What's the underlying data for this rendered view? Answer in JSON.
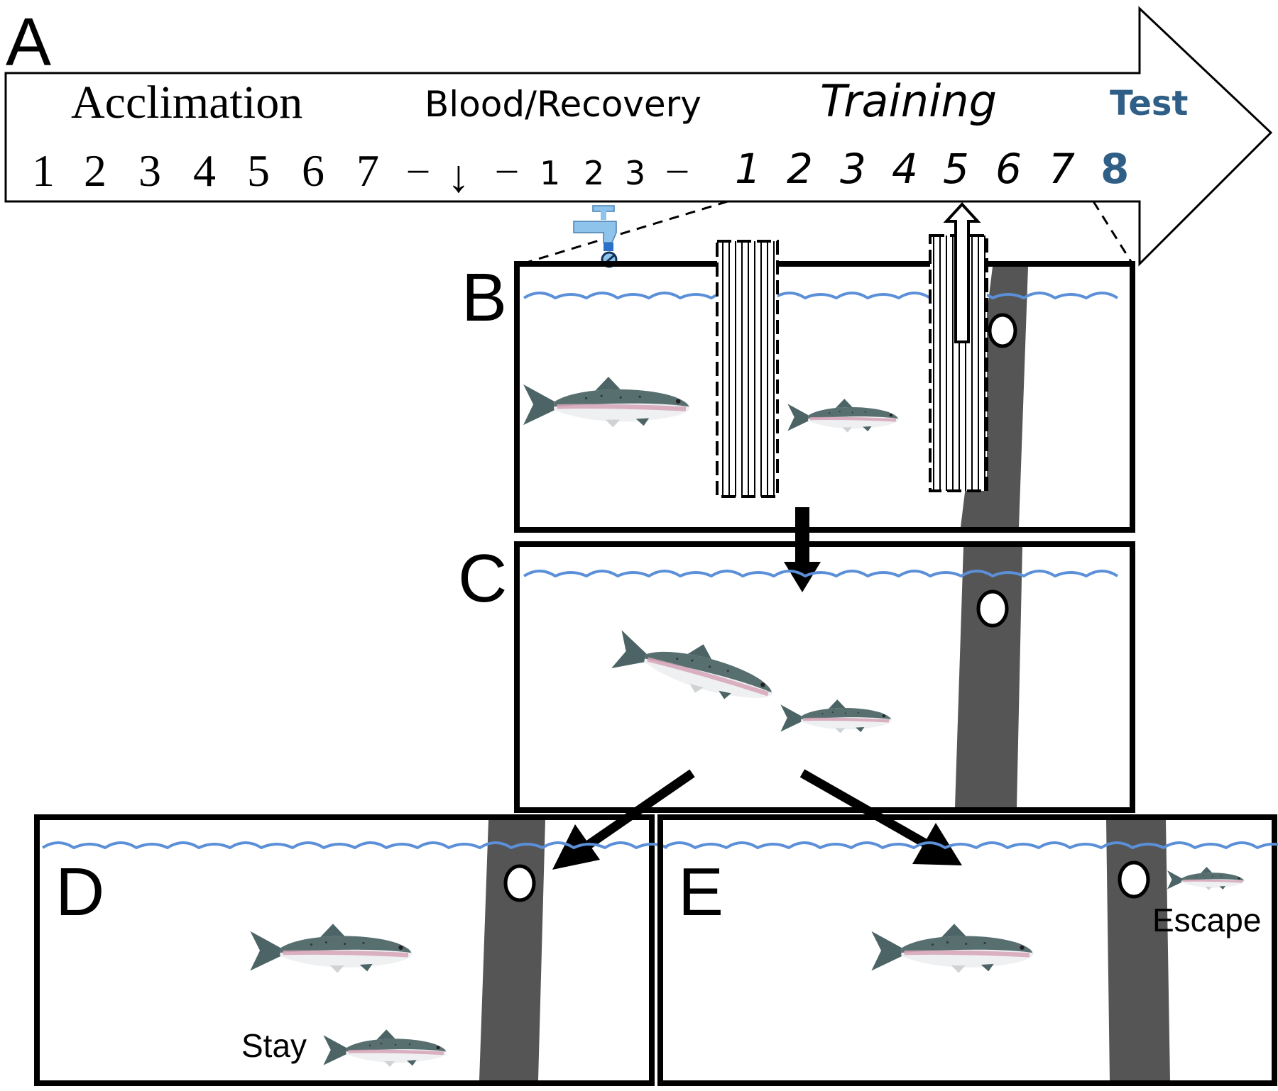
{
  "panels": {
    "a": "A",
    "b": "B",
    "c": "C",
    "d": "D",
    "e": "E"
  },
  "timeline": {
    "phase_acclimation": "Acclimation",
    "phase_blood_recovery": "Blood/Recovery",
    "phase_training": "Training",
    "phase_test": "Test",
    "acclimation_days": [
      "1",
      "2",
      "3",
      "4",
      "5",
      "6",
      "7"
    ],
    "sep_1": "–",
    "blood_marker": "↓",
    "sep_2": "–",
    "recovery_days": [
      "1",
      "2",
      "3"
    ],
    "sep_3": "–",
    "training_days": [
      "1",
      "2",
      "3",
      "4",
      "5",
      "6",
      "7"
    ],
    "test_day": "8"
  },
  "outcomes": {
    "stay": "Stay",
    "escape": "Escape"
  },
  "colors": {
    "water": "#5b8fd8",
    "test_text": "#2f5f86",
    "escape_lane": "#555555",
    "faucet": "#8ec3ec",
    "fish_back": "#4f6b6c",
    "fish_belly": "#eef0f2",
    "fish_stripe": "#d6a3b6"
  },
  "icons": {
    "faucet": "faucet-icon",
    "fish": "trout-icon"
  }
}
